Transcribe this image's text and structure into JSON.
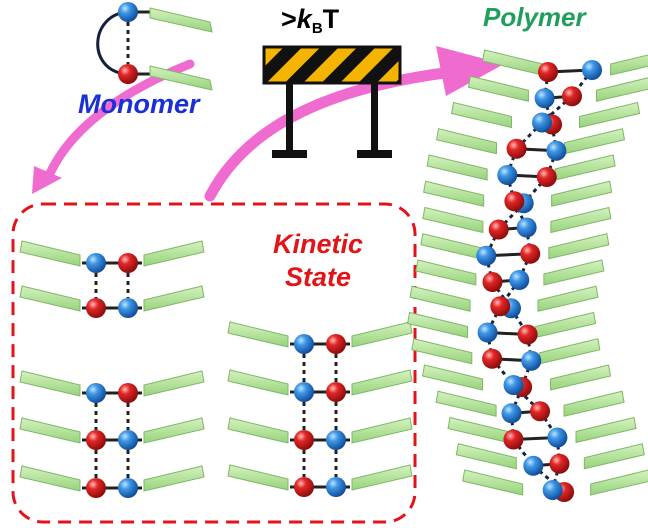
{
  "labels": {
    "monomer": "Monomer",
    "polymer": "Polymer",
    "kinetic_line1": "Kinetic",
    "kinetic_line2": "State",
    "barrier_prefix": ">",
    "barrier_k": "k",
    "barrier_sub": "B",
    "barrier_suffix": "T"
  },
  "colors": {
    "monomer_text": "#1a2fd6",
    "polymer_text": "#1f9e5c",
    "kinetic_text": "#e2141a",
    "arrow": "#f06bd0",
    "dashed_box": "#e2141a",
    "blue_bead": "#2a7fd4",
    "red_bead": "#d41a1a",
    "plate": "#b7e3a0",
    "barrier_yellow": "#f5b400"
  },
  "icons": {
    "barrier": "road-barrier-icon"
  }
}
